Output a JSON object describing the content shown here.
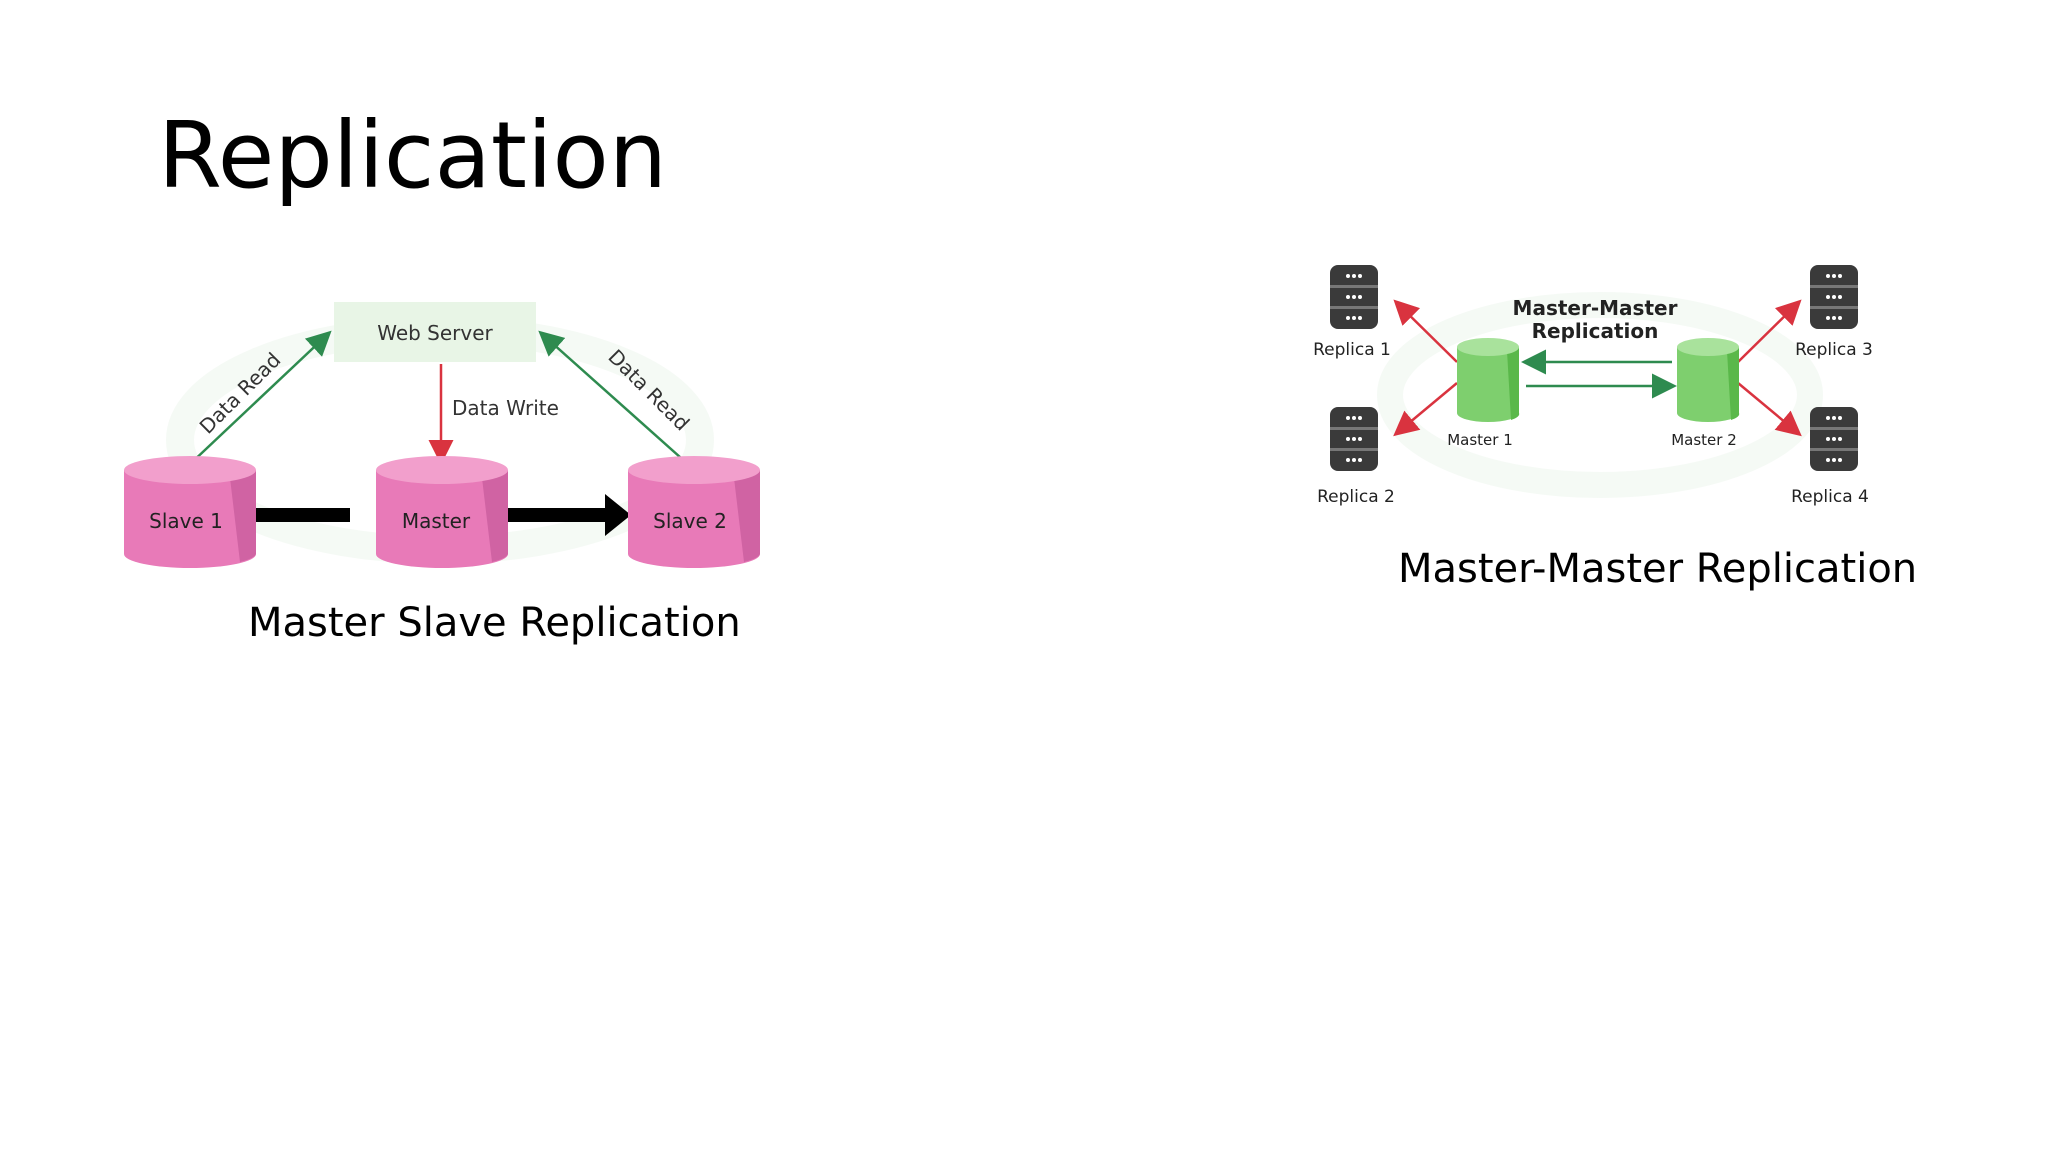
{
  "title": "Replication",
  "master_slave": {
    "caption": "Master Slave Replication",
    "web_server": "Web Server",
    "data_read_left": "Data Read",
    "data_read_right": "Data Read",
    "data_write": "Data Write",
    "slave1": "Slave 1",
    "master": "Master",
    "slave2": "Slave 2",
    "colors": {
      "db": "#e87ab8",
      "server_box": "#e8f5e6",
      "read_arrow": "#2e8b4f",
      "write_arrow": "#d9333f"
    }
  },
  "master_master": {
    "caption": "Master-Master Replication",
    "heading_line1": "Master-Master",
    "heading_line2": "Replication",
    "master1": "Master 1",
    "master2": "Master 2",
    "replica1": "Replica 1",
    "replica2": "Replica 2",
    "replica3": "Replica 3",
    "replica4": "Replica 4",
    "colors": {
      "master_db": "#7ecf6e",
      "replica_server": "#3a3a3a",
      "sync_arrow": "#2e8b4f",
      "replica_arrow": "#d9333f"
    }
  }
}
